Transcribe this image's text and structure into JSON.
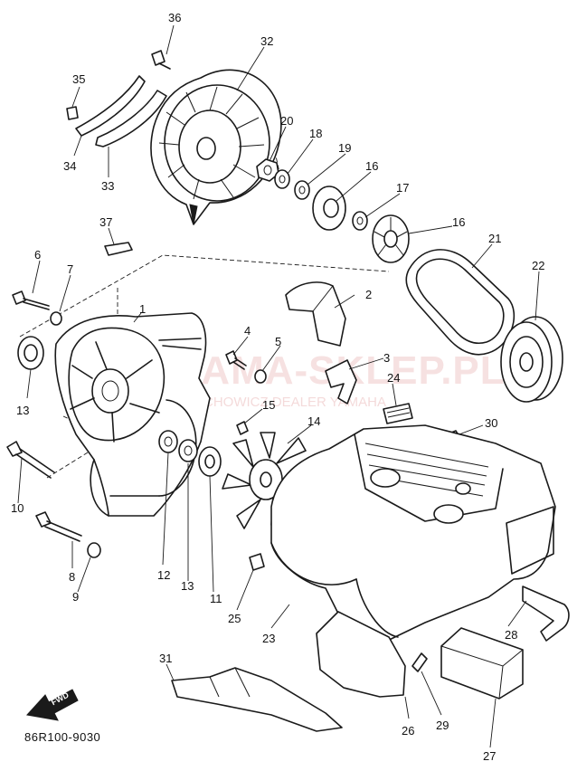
{
  "diagram": {
    "code": "86R100-9030",
    "arrow_label": "FWD",
    "watermark": {
      "title": "YAMA-SKLEP.PL",
      "subtitle": "CIECHOWICZ DEALER YAMAHA",
      "color": "#c84646"
    },
    "labels": [
      {
        "key": "n36",
        "text": "36"
      },
      {
        "key": "n32",
        "text": "32"
      },
      {
        "key": "n35",
        "text": "35"
      },
      {
        "key": "n34",
        "text": "34"
      },
      {
        "key": "n33",
        "text": "33"
      },
      {
        "key": "n20",
        "text": "20"
      },
      {
        "key": "n18",
        "text": "18"
      },
      {
        "key": "n19",
        "text": "19"
      },
      {
        "key": "n16a",
        "text": "16"
      },
      {
        "key": "n17",
        "text": "17"
      },
      {
        "key": "n16b",
        "text": "16"
      },
      {
        "key": "n21",
        "text": "21"
      },
      {
        "key": "n22",
        "text": "22"
      },
      {
        "key": "n37",
        "text": "37"
      },
      {
        "key": "n6",
        "text": "6"
      },
      {
        "key": "n7",
        "text": "7"
      },
      {
        "key": "n1",
        "text": "1"
      },
      {
        "key": "n2",
        "text": "2"
      },
      {
        "key": "n4",
        "text": "4"
      },
      {
        "key": "n5",
        "text": "5"
      },
      {
        "key": "n3",
        "text": "3"
      },
      {
        "key": "n24",
        "text": "24"
      },
      {
        "key": "n13a",
        "text": "13"
      },
      {
        "key": "n15",
        "text": "15"
      },
      {
        "key": "n14",
        "text": "14"
      },
      {
        "key": "n30",
        "text": "30"
      },
      {
        "key": "n10",
        "text": "10"
      },
      {
        "key": "n12",
        "text": "12"
      },
      {
        "key": "n13b",
        "text": "13"
      },
      {
        "key": "n11",
        "text": "11"
      },
      {
        "key": "n8",
        "text": "8"
      },
      {
        "key": "n9",
        "text": "9"
      },
      {
        "key": "n25",
        "text": "25"
      },
      {
        "key": "n23",
        "text": "23"
      },
      {
        "key": "n28",
        "text": "28"
      },
      {
        "key": "n31",
        "text": "31"
      },
      {
        "key": "n26",
        "text": "26"
      },
      {
        "key": "n29",
        "text": "29"
      },
      {
        "key": "n27",
        "text": "27"
      }
    ]
  }
}
